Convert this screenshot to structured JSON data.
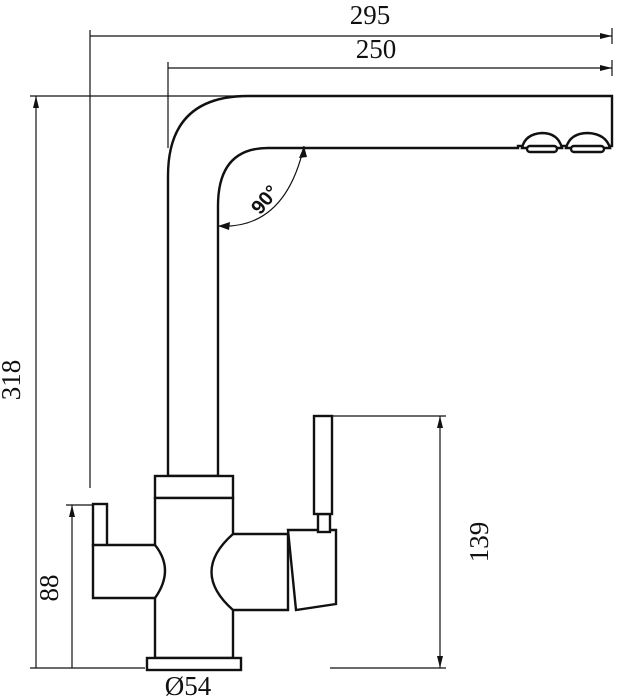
{
  "dimensions": {
    "total_reach": "295",
    "spout_reach": "250",
    "total_height": "318",
    "handle_height": "139",
    "lever_height": "88",
    "base_diameter": "Ø54"
  },
  "spout_angle": "90°",
  "colors": {
    "line": "#111111",
    "background": "#ffffff"
  }
}
